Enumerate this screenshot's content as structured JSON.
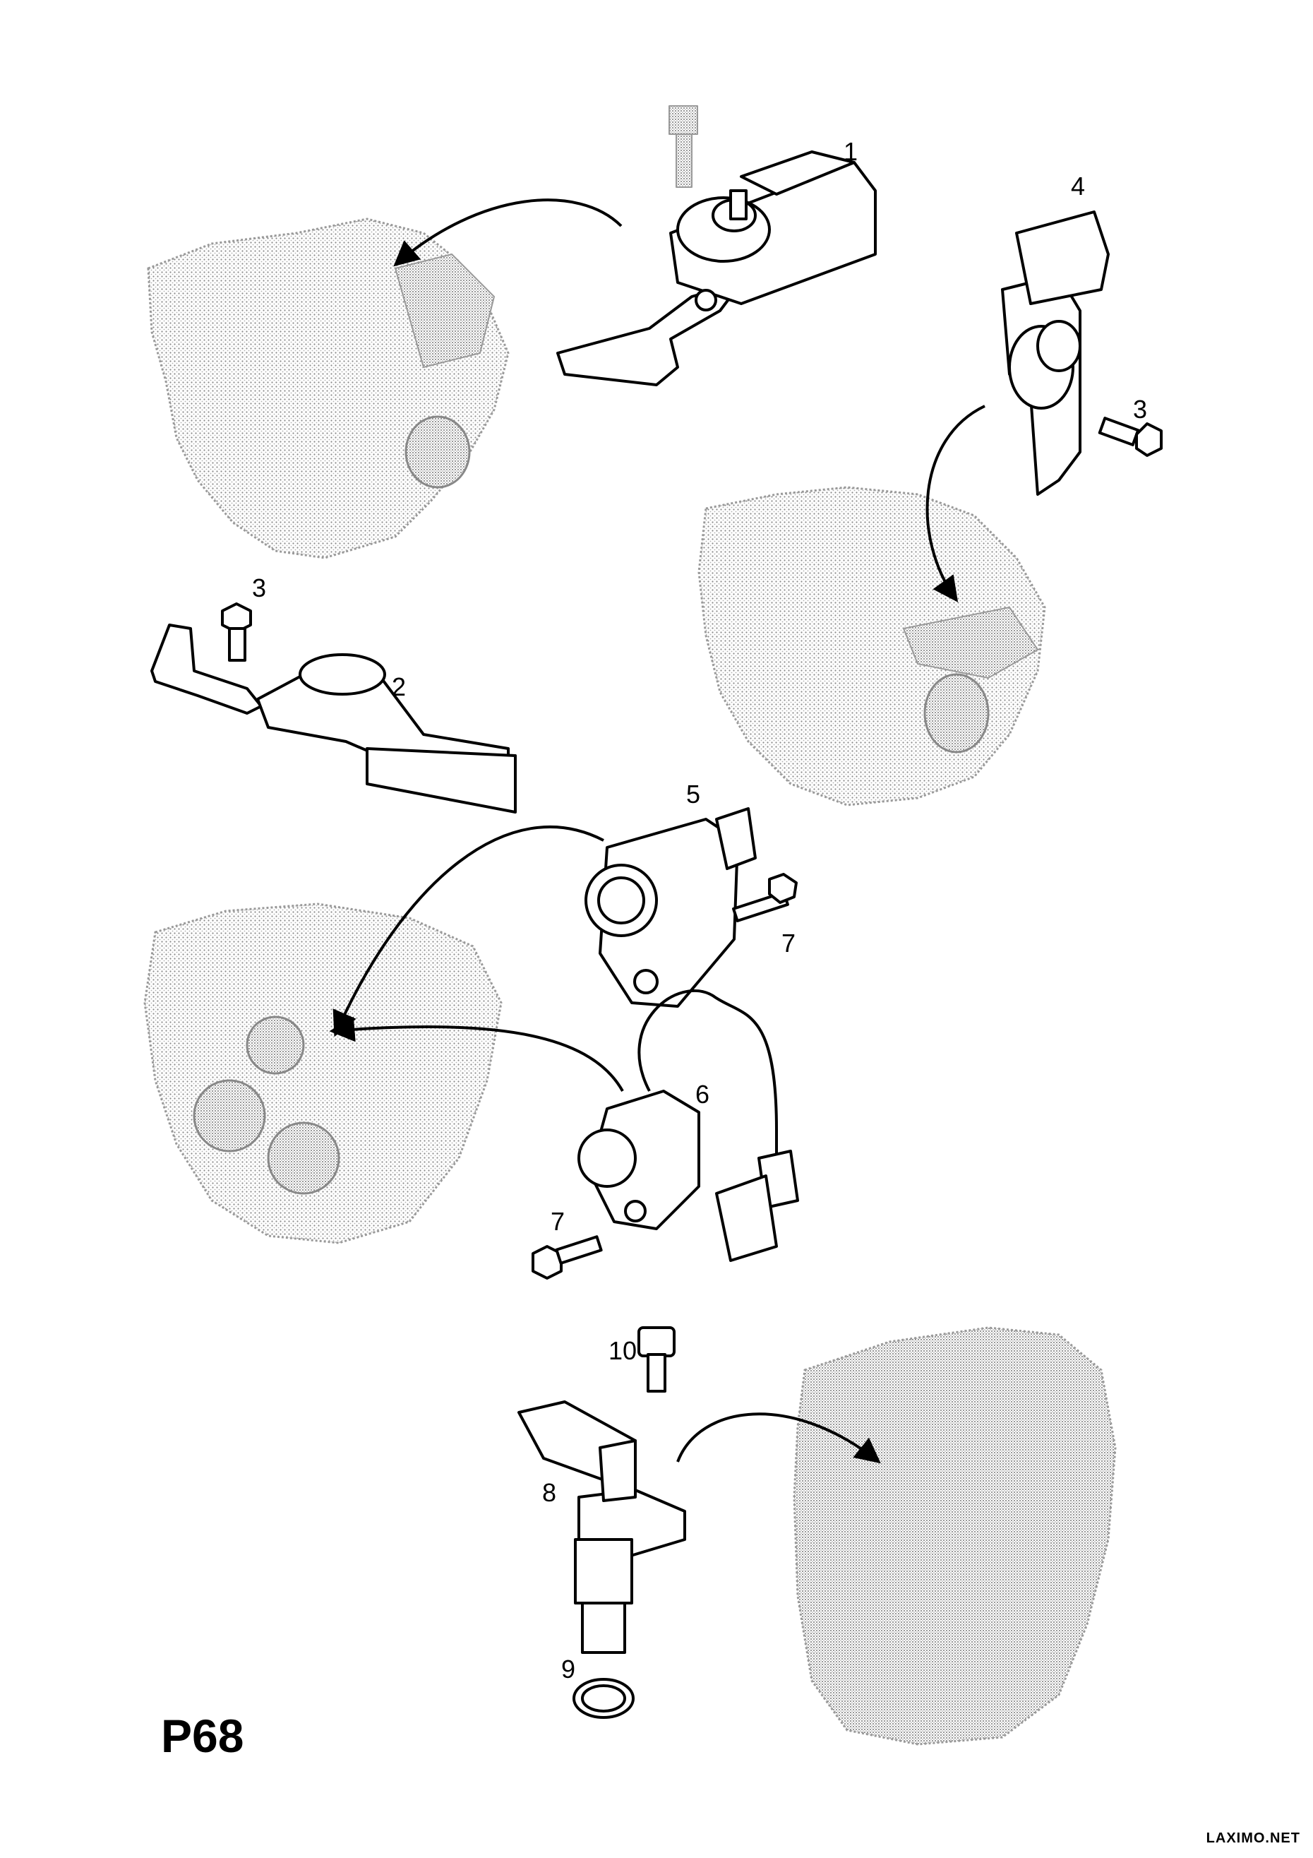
{
  "diagram": {
    "page_code": "P68",
    "watermark": "LAXIMO.NET",
    "callouts": [
      "1",
      "4",
      "3",
      "3",
      "2",
      "5",
      "7",
      "6",
      "7",
      "10",
      "8",
      "9"
    ],
    "icons": {
      "engine": "engine-block-icon",
      "sensor": "sensor-icon",
      "bolt": "bolt-icon",
      "seal_ring": "seal-ring-icon",
      "arrow": "curved-arrow-icon"
    },
    "colors": {
      "line": "#000000",
      "engine_stipple": "#9a9a9a",
      "background": "#ffffff"
    }
  }
}
